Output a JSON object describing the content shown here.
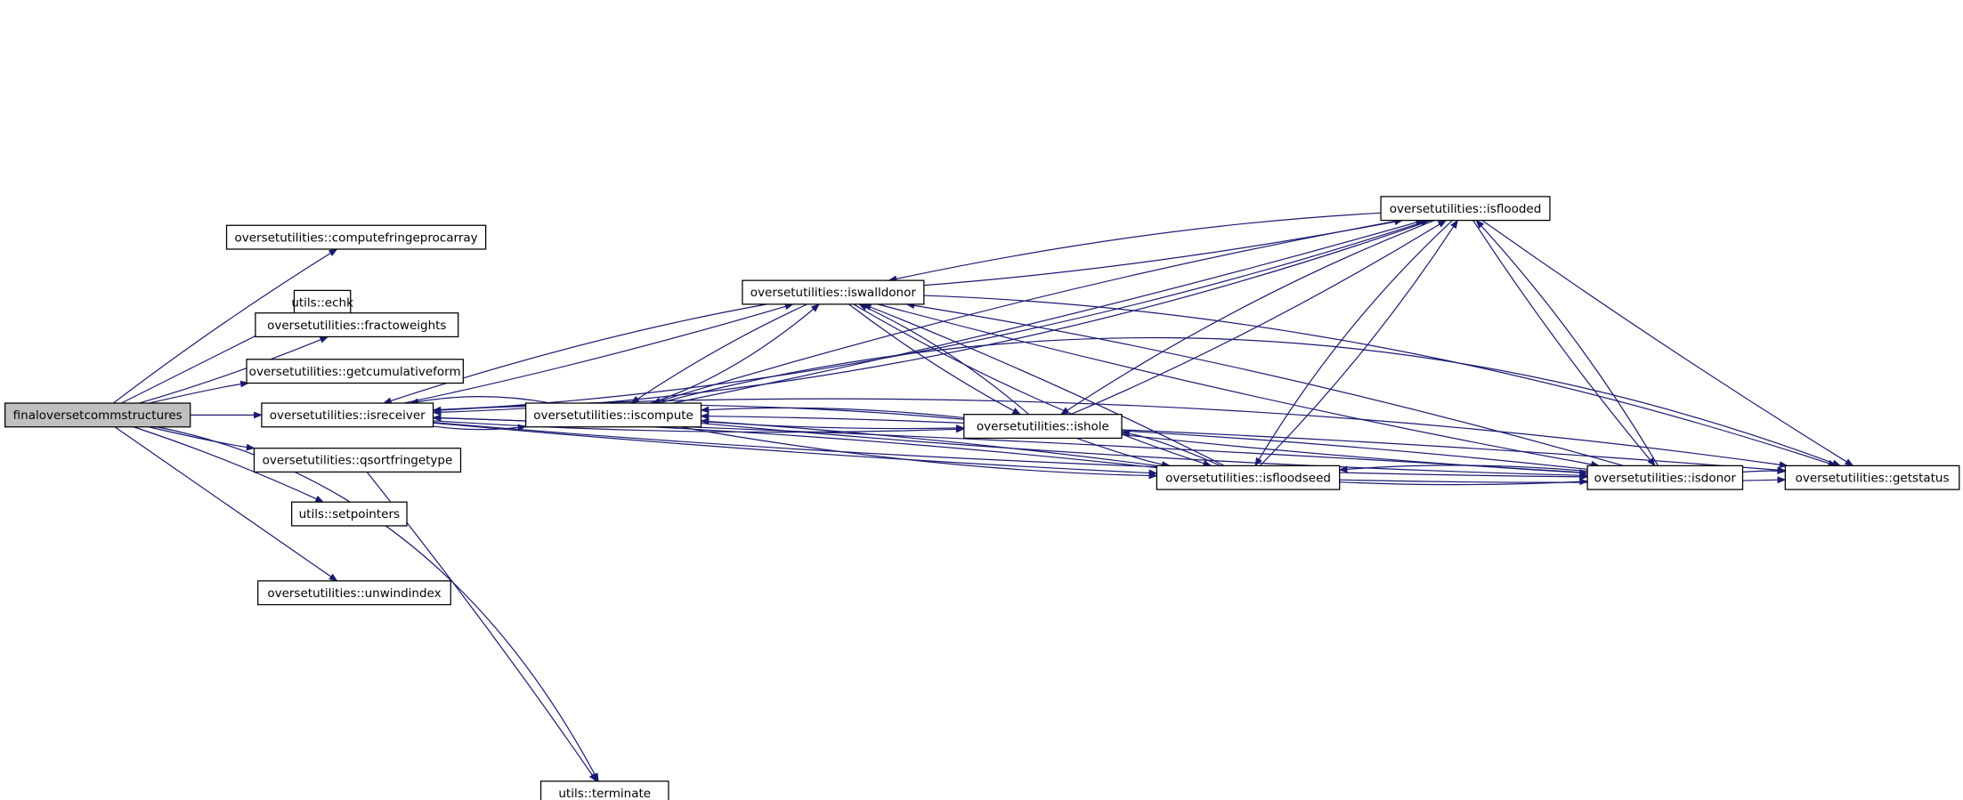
{
  "colors": {
    "edge": "#191970",
    "root_fill": "#bfbfbf",
    "node_fill": "#ffffff",
    "border": "#000000"
  },
  "nodes": {
    "final": "finaloversetcommstructures",
    "computefringeprocarray": "oversetutilities::computefringeprocarray",
    "echk": "utils::echk",
    "fractoweights": "oversetutilities::fractoweights",
    "getcumulativeform": "oversetutilities::getcumulativeform",
    "isreceiver": "oversetutilities::isreceiver",
    "qsortfringetype": "oversetutilities::qsortfringetype",
    "setpointers": "utils::setpointers",
    "unwindindex": "oversetutilities::unwindindex",
    "terminate": "utils::terminate",
    "iscompute": "oversetutilities::iscompute",
    "iswalldonor": "oversetutilities::iswalldonor",
    "isflooded": "oversetutilities::isflooded",
    "ishole": "oversetutilities::ishole",
    "isfloodseed": "oversetutilities::isfloodseed",
    "isdonor": "oversetutilities::isdonor",
    "getstatus": "oversetutilities::getstatus"
  },
  "edges": [
    [
      "final",
      "computefringeprocarray"
    ],
    [
      "final",
      "echk"
    ],
    [
      "final",
      "fractoweights"
    ],
    [
      "final",
      "getcumulativeform"
    ],
    [
      "final",
      "isreceiver"
    ],
    [
      "final",
      "qsortfringetype"
    ],
    [
      "final",
      "setpointers"
    ],
    [
      "final",
      "unwindindex"
    ],
    [
      "final",
      "terminate"
    ],
    [
      "qsortfringetype",
      "terminate"
    ],
    [
      "isreceiver",
      "iscompute"
    ],
    [
      "iscompute",
      "isreceiver"
    ],
    [
      "isreceiver",
      "iswalldonor"
    ],
    [
      "iswalldonor",
      "isreceiver"
    ],
    [
      "isreceiver",
      "isflooded"
    ],
    [
      "isflooded",
      "isreceiver"
    ],
    [
      "isreceiver",
      "ishole"
    ],
    [
      "ishole",
      "isreceiver"
    ],
    [
      "isreceiver",
      "isfloodseed"
    ],
    [
      "isfloodseed",
      "isreceiver"
    ],
    [
      "isreceiver",
      "isdonor"
    ],
    [
      "isdonor",
      "isreceiver"
    ],
    [
      "isreceiver",
      "getstatus"
    ],
    [
      "iscompute",
      "iswalldonor"
    ],
    [
      "iswalldonor",
      "iscompute"
    ],
    [
      "iscompute",
      "isflooded"
    ],
    [
      "isflooded",
      "iscompute"
    ],
    [
      "iscompute",
      "ishole"
    ],
    [
      "ishole",
      "iscompute"
    ],
    [
      "iscompute",
      "isfloodseed"
    ],
    [
      "isfloodseed",
      "iscompute"
    ],
    [
      "iscompute",
      "isdonor"
    ],
    [
      "isdonor",
      "iscompute"
    ],
    [
      "iscompute",
      "getstatus"
    ],
    [
      "iswalldonor",
      "isflooded"
    ],
    [
      "isflooded",
      "iswalldonor"
    ],
    [
      "iswalldonor",
      "ishole"
    ],
    [
      "ishole",
      "iswalldonor"
    ],
    [
      "iswalldonor",
      "isfloodseed"
    ],
    [
      "isfloodseed",
      "iswalldonor"
    ],
    [
      "iswalldonor",
      "isdonor"
    ],
    [
      "isdonor",
      "iswalldonor"
    ],
    [
      "iswalldonor",
      "getstatus"
    ],
    [
      "ishole",
      "isflooded"
    ],
    [
      "isflooded",
      "ishole"
    ],
    [
      "ishole",
      "isfloodseed"
    ],
    [
      "isfloodseed",
      "ishole"
    ],
    [
      "ishole",
      "isdonor"
    ],
    [
      "ishole",
      "getstatus"
    ],
    [
      "isfloodseed",
      "isflooded"
    ],
    [
      "isflooded",
      "isfloodseed"
    ],
    [
      "isfloodseed",
      "isdonor"
    ],
    [
      "isdonor",
      "isfloodseed"
    ],
    [
      "isfloodseed",
      "getstatus"
    ],
    [
      "isflooded",
      "isdonor"
    ],
    [
      "isdonor",
      "isflooded"
    ],
    [
      "isflooded",
      "getstatus"
    ],
    [
      "isdonor",
      "getstatus"
    ]
  ]
}
